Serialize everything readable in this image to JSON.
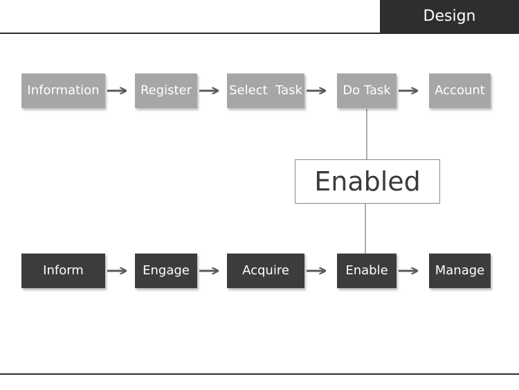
{
  "header": {
    "section_label": "Design"
  },
  "top_flow": {
    "steps": [
      "Information",
      "Register",
      "Select  Task",
      "Do Task",
      "Account"
    ]
  },
  "center": {
    "label": "Enabled"
  },
  "bottom_flow": {
    "steps": [
      "Inform",
      "Engage",
      "Acquire",
      "Enable",
      "Manage"
    ]
  },
  "colors": {
    "top_box": "#a6a6a6",
    "bottom_box": "#3c3c3c",
    "arrow": "#5a5a5a",
    "header_tab": "#2e2e2e"
  }
}
